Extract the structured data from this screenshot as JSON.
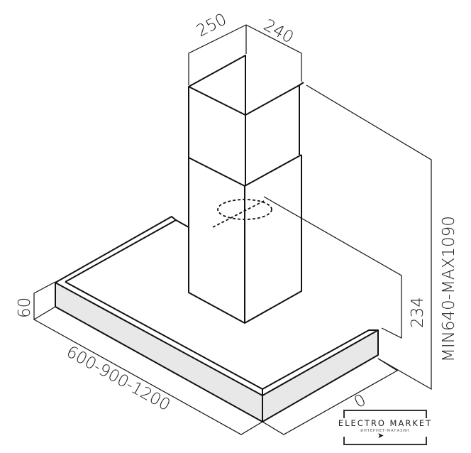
{
  "dimensions": {
    "chimney_width": "250",
    "chimney_depth": "240",
    "total_height": "MIN640-MAX1090",
    "outlet_height": "234",
    "hood_height": "60",
    "hood_width": "600-900-1200",
    "hood_depth_partial": "0"
  },
  "logo": {
    "name": "ELECTRO MARKET",
    "subtitle": "ИНТЕРНЕТ-МАГАЗИН"
  },
  "colors": {
    "line": "#111111",
    "fill_front": "#e8e8e8"
  }
}
